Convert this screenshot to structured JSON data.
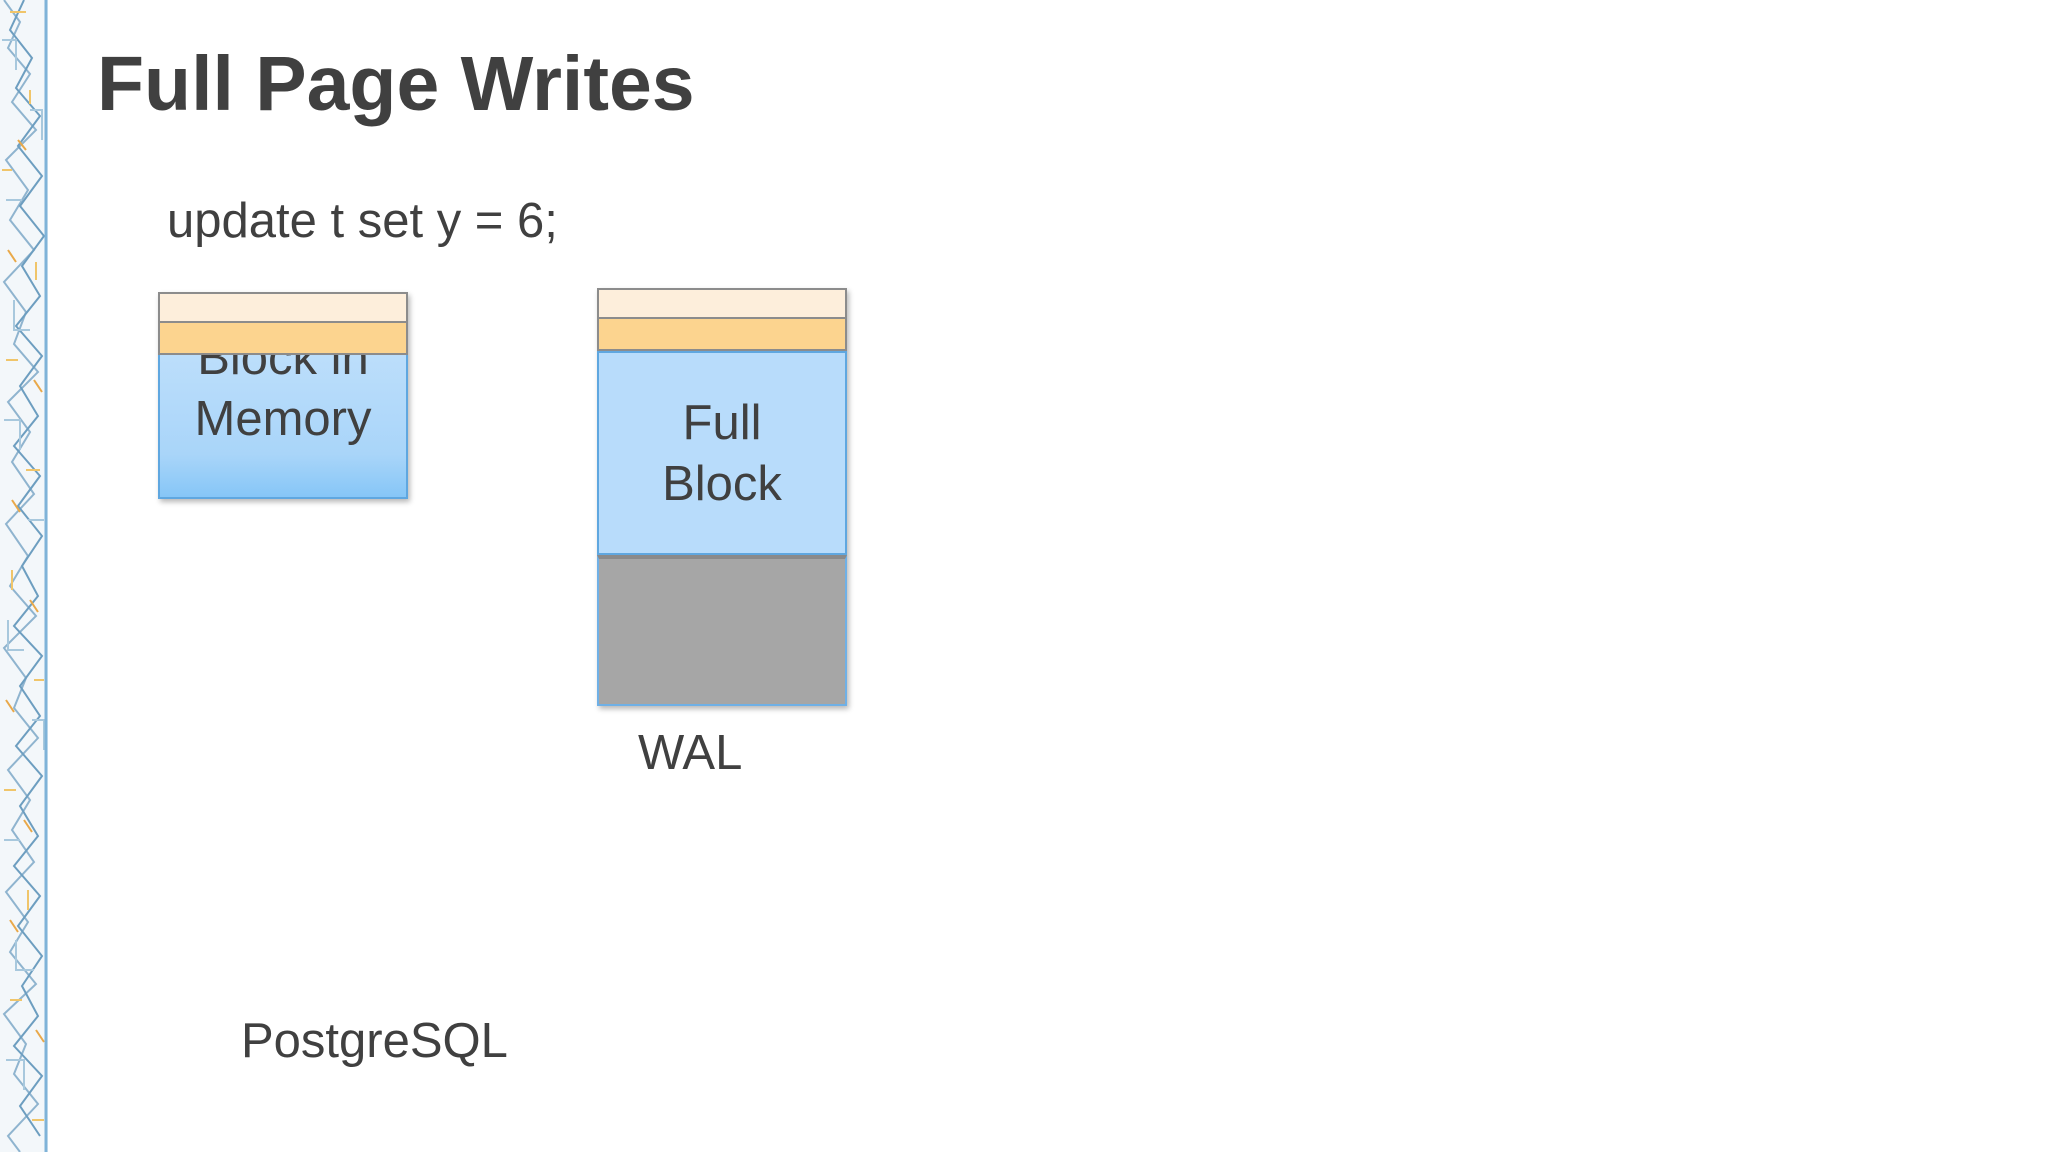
{
  "slide": {
    "title": "Full Page Writes",
    "command": "update t set y = 6;",
    "memory_block": {
      "label": "Block in\nMemory"
    },
    "wal_block": {
      "label": "Full\nBlock"
    },
    "wal_label": "WAL",
    "footer_label": "PostgreSQL"
  },
  "colors": {
    "text": "#404040",
    "header_light": "#fdeedb",
    "header_orange": "#fcd48f",
    "block_blue": "#b8dcfb",
    "wal_gray": "#a6a6a6",
    "border_blue": "#5fa7e0"
  }
}
